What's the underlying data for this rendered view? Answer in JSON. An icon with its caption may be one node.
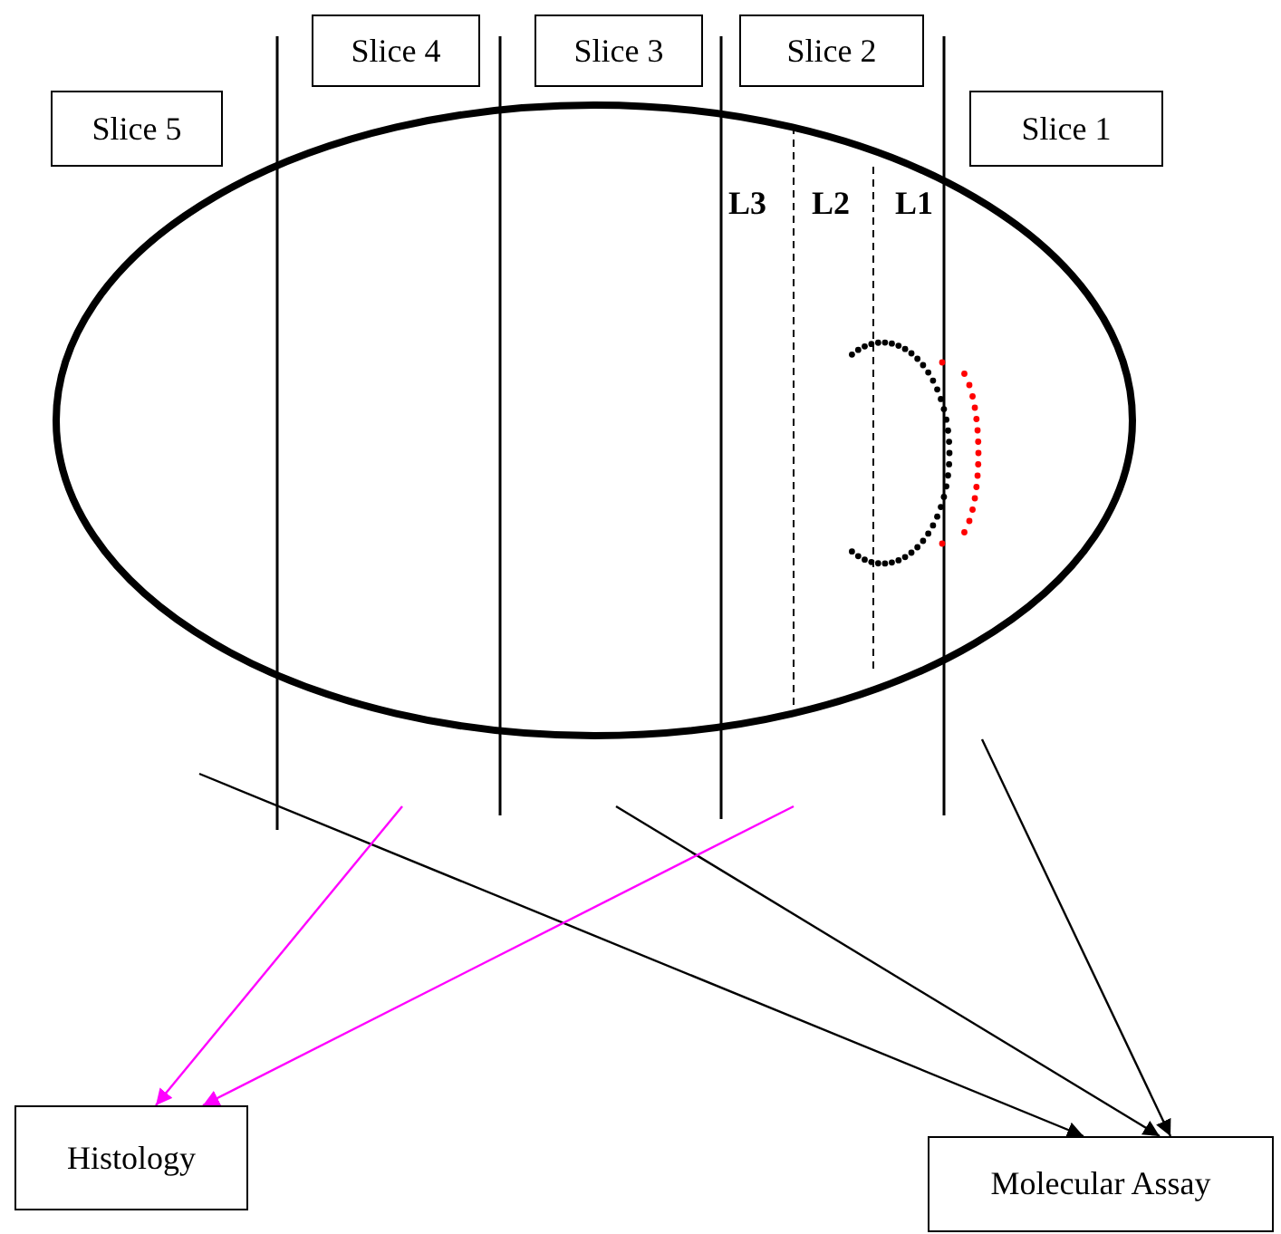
{
  "diagram": {
    "nodes": [
      {
        "text": [
          "Slice 4"
        ]
      },
      {
        "text": [
          "Slice 3"
        ]
      },
      {
        "text": [
          "Slice 2"
        ]
      },
      {
        "text": [
          "Slice 5"
        ]
      },
      {
        "text": [
          "Slice 1"
        ]
      },
      {
        "text": [
          "Histology"
        ]
      },
      {
        "text": [
          "Molecular Assay"
        ]
      }
    ],
    "edges": [
      {
        "from": null,
        "to": 6,
        "arrow": "to"
      },
      {
        "from": null,
        "to": 5,
        "arrow": "to",
        "color": "#ff00ff"
      },
      {
        "from": null,
        "to": 6,
        "arrow": "to"
      },
      {
        "from": null,
        "to": 5,
        "arrow": "to",
        "color": "#ff00ff"
      },
      {
        "from": null,
        "to": 6,
        "arrow": "to"
      }
    ],
    "labels": [
      "L3",
      "L2",
      "L1"
    ]
  }
}
